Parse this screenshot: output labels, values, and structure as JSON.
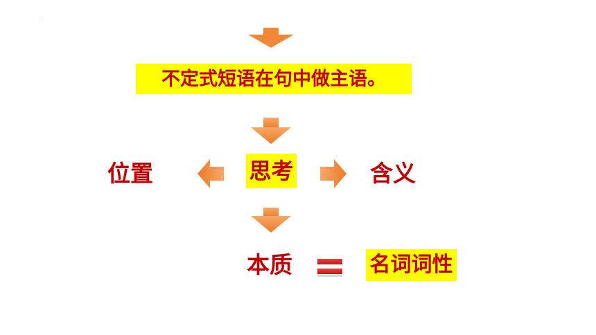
{
  "diagram": {
    "title": "不定式短语在句中做主语。",
    "center": "思考",
    "left": "位置",
    "right": "含义",
    "essence": "本质",
    "equals": "=",
    "result": "名词词性"
  },
  "colors": {
    "text": "#c00000",
    "highlight": "#ffff00",
    "arrow": "#f0883a",
    "equals": "#e02020"
  }
}
